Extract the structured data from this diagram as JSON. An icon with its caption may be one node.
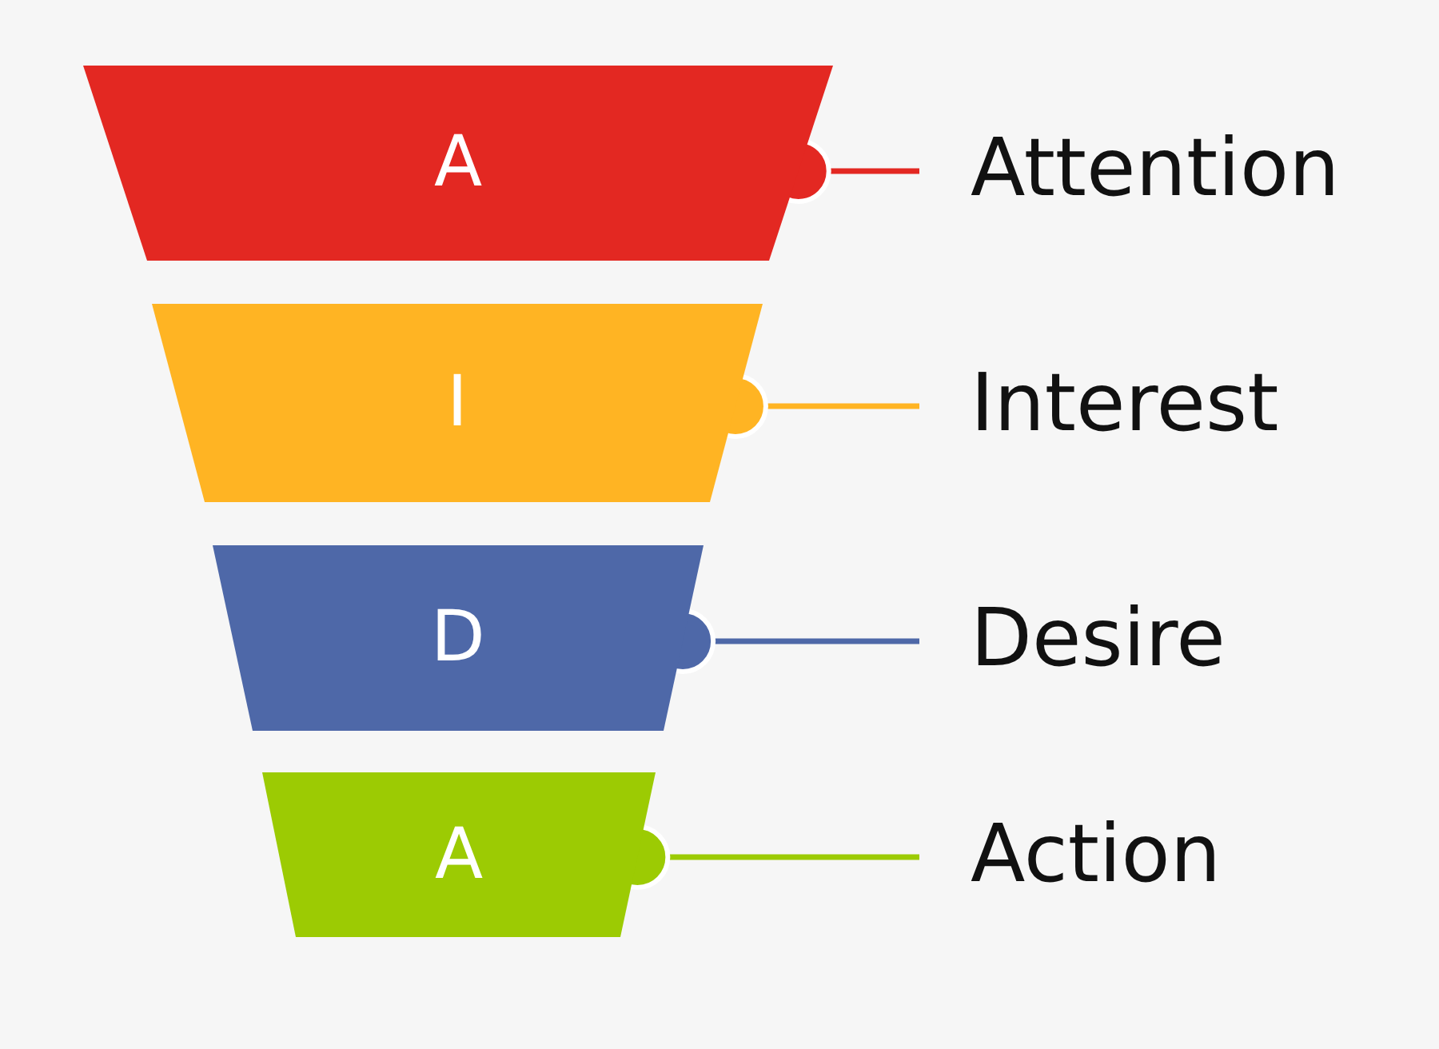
{
  "diagram": {
    "nodes": [
      {
        "text": [
          "A"
        ]
      },
      {
        "text": [
          "Attention"
        ]
      },
      {
        "text": [
          "I"
        ]
      },
      {
        "text": [
          "Interest"
        ]
      },
      {
        "text": [
          "D"
        ]
      },
      {
        "text": [
          "Desire"
        ]
      },
      {
        "text": [
          "A"
        ]
      },
      {
        "text": [
          "Action"
        ]
      }
    ],
    "edges": [
      {
        "from": 1,
        "to": 0,
        "arrow": "other",
        "color": "#e32822"
      },
      {
        "from": 3,
        "to": 2,
        "arrow": "other",
        "color": "#ffb423"
      },
      {
        "from": 5,
        "to": 4,
        "arrow": "other",
        "color": "#4e68a8"
      },
      {
        "from": 7,
        "to": 6,
        "arrow": "other",
        "color": "#9ccb03"
      }
    ]
  }
}
